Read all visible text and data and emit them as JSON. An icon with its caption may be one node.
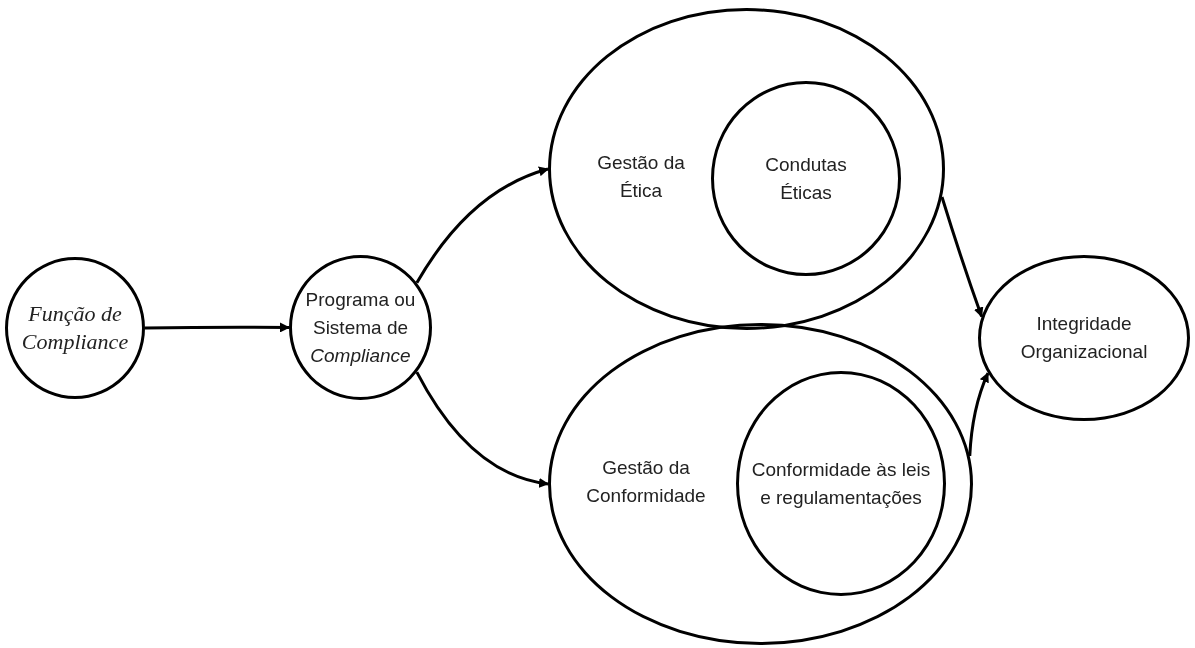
{
  "diagram": {
    "nodes": [
      {
        "text": [
          "Função de Compliance"
        ]
      },
      {
        "text": [
          "Programa ou Sistema de *Compliance*"
        ]
      },
      {
        "text": [
          "Gestão da Ética"
        ]
      },
      {
        "text": [
          "Condutas Éticas"
        ],
        "in": 2
      },
      {
        "text": [
          "Gestão da Conformidade"
        ]
      },
      {
        "text": [
          "Conformidade às leis e regulamentações"
        ],
        "in": 4
      },
      {
        "text": [
          "Integridade Organizacional"
        ]
      }
    ],
    "edges": [
      {
        "from": 0,
        "to": 1,
        "arrow": "to"
      },
      {
        "from": 1,
        "to": 2,
        "arrow": "to"
      },
      {
        "from": 1,
        "to": 4,
        "arrow": "to"
      },
      {
        "from": 2,
        "to": 6,
        "arrow": "to"
      },
      {
        "from": 4,
        "to": 6,
        "arrow": "to"
      }
    ]
  }
}
